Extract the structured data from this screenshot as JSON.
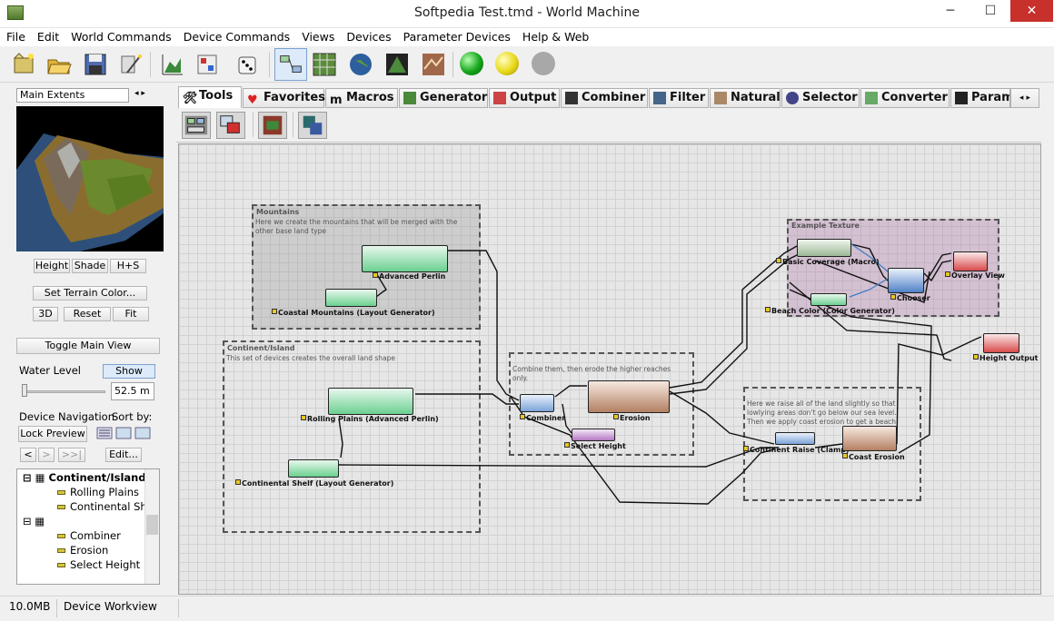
{
  "window": {
    "title": "Softpedia Test.tmd - World Machine",
    "minimize": "─",
    "maximize": "☐",
    "close": "✕"
  },
  "menu": [
    "File",
    "Edit",
    "World Commands",
    "Device Commands",
    "Views",
    "Devices",
    "Parameter Devices",
    "Help & Web"
  ],
  "left_panel": {
    "extents_select": "Main Extents",
    "view_buttons": [
      "Height",
      "Shade",
      "H+S"
    ],
    "set_terrain_color": "Set Terrain Color...",
    "view3_buttons": [
      "3D",
      "Reset",
      "Fit"
    ],
    "toggle_main_view": "Toggle Main View",
    "water_level_label": "Water Level",
    "water_show": "Show",
    "water_value": "52.5 m",
    "device_navigation_label": "Device Navigation",
    "sort_by_label": "Sort by:",
    "lock_preview": "Lock Preview",
    "nav_buttons": [
      "<",
      ">",
      ">>|"
    ],
    "edit_button": "Edit...",
    "tree": [
      {
        "label": "Continent/Island",
        "bold": true
      },
      {
        "label": "Rolling Plains",
        "bold": false
      },
      {
        "label": "Continental She",
        "bold": false
      },
      {
        "label": "",
        "bold": false
      },
      {
        "label": "Combiner",
        "bold": false
      },
      {
        "label": "Erosion",
        "bold": false
      },
      {
        "label": "Select Height",
        "bold": false
      }
    ]
  },
  "tabs": [
    "Tools",
    "Favorites",
    "Macros",
    "Generator",
    "Output",
    "Combiner",
    "Filter",
    "Natural",
    "Selector",
    "Converter",
    "Param"
  ],
  "groups": {
    "mountains": {
      "title": "Mountains",
      "desc": "Here we create the mountains that will be merged with the other base land type"
    },
    "continent": {
      "title": "Continent/Island",
      "desc": "This set of devices creates the overall land shape"
    },
    "combine": {
      "title": "",
      "desc": "Combine them, then erode the higher reaches only."
    },
    "raise": {
      "title": "",
      "desc": "Here we raise all of the land slightly so that lowlying areas don't go below our sea level. Then we apply coast erosion to get a beach."
    },
    "texture": {
      "title": "Example Texture",
      "desc": ""
    }
  },
  "nodes": {
    "advanced_perlin": "Advanced Perlin",
    "coastal_mountains": "Coastal Mountains (Layout Generator)",
    "rolling_plains": "Rolling Plains (Advanced Perlin)",
    "continental_shelf": "Continental Shelf (Layout Generator)",
    "combiner": "Combiner",
    "erosion": "Erosion",
    "select_height": "Select Height",
    "basic_coverage": "Basic Coverage (Macro)",
    "chooser": "Chooser",
    "overlay_view": "Overlay View",
    "beach_color": "Beach Color (Color Generator)",
    "height_output": "Height Output",
    "continent_raise": "Continent Raise (Clamp)",
    "coast_erosion": "Coast Erosion"
  },
  "status": {
    "memory": "10.0MB",
    "view": "Device Workview"
  }
}
